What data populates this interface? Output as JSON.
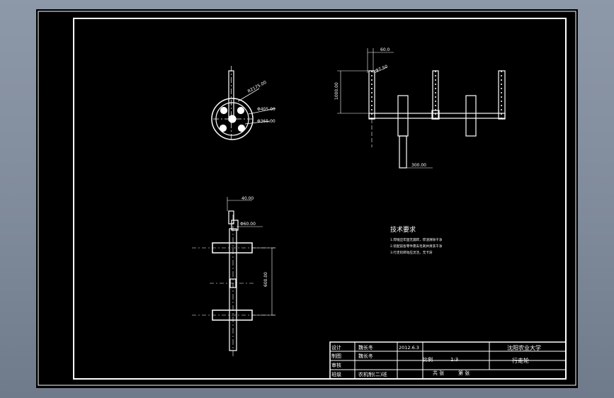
{
  "colors": {
    "background": "#7f8a9a",
    "paper": "#000000",
    "ink": "#ffffff"
  },
  "dimensions": {
    "top_view": {
      "radius_1": "R2175.00",
      "diameter_1": "Φ405.00",
      "diameter_2": "Φ365.00"
    },
    "front_view": {
      "width": "60.0",
      "diameter": "Φ7.50",
      "height": "1000.00",
      "width_2": "300.00"
    },
    "side_view": {
      "width": "40.00",
      "diameter": "Φ60.00",
      "height": "600.00"
    }
  },
  "notes": {
    "title": "技术要求",
    "items": [
      "1.焊缝应牢固无漏焊，焊渣清除干净",
      "2.装配前各零件需去毛刺并清洗干净",
      "3.行走轮转动应灵活，无卡滞"
    ]
  },
  "title_block": {
    "design_label": "设计",
    "design_name": "魏长冬",
    "design_date": "2012.6.3",
    "draw_label": "制图",
    "draw_name": "魏长冬",
    "check_label": "审核",
    "class_label": "班级",
    "class_value": "农机制(二)班",
    "scale_label": "比例",
    "scale_value": "1:3",
    "sheets": "共 张",
    "sheet_no": "第 张",
    "school": "沈阳农业大学",
    "part_name": "行走轮"
  }
}
